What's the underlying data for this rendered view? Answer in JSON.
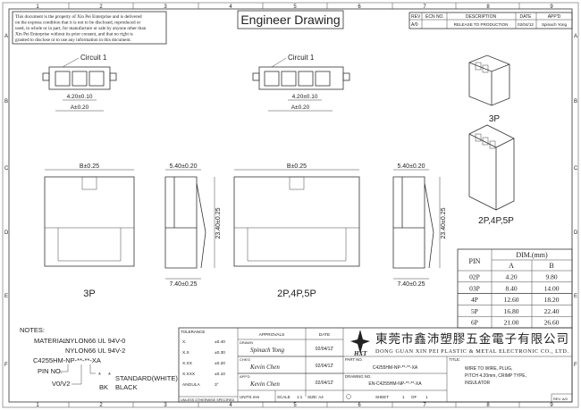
{
  "title": "Engineer Drawing",
  "notice": [
    "This document is the property of Xin Pei Enterprise and is delivered",
    "on the express condition that it is not to be disclosed, reproduced or",
    "used, in whole or in part, for manufacture or sale by anyone other than",
    "Xin Pei Enterprise without its prior consent, and that no right is",
    "granted to disclose or to use any information in this document."
  ],
  "grid": {
    "columns": [
      "1",
      "2",
      "3",
      "4",
      "5",
      "6",
      "7",
      "8",
      "9"
    ],
    "rows": [
      "A",
      "B",
      "C",
      "D",
      "E",
      "F"
    ]
  },
  "revision": {
    "headers": [
      "REV",
      "ECN NO.",
      "DESCRIPTION",
      "DATE",
      "APP'D"
    ],
    "row": [
      "A/0",
      "",
      "RELEASE TO PRODUCTION",
      "02/04/12",
      "Spinach Yong"
    ]
  },
  "views": {
    "circuit_label": "Circuit 1",
    "pitch_dim": "4.20±0.10",
    "a_dim": "A±0.20",
    "b_dim": "B±0.25",
    "width_dim": "5.40±0.20",
    "height_dim": "23.40±0.25",
    "bottom_dim": "7.40±0.25",
    "label_3p": "3P",
    "label_multi": "2P,4P,5P"
  },
  "pin_table": {
    "pin_header": "PIN",
    "dim_header": "DIM.(mm)",
    "col_a": "A",
    "col_b": "B",
    "rows": [
      [
        "02P",
        "4.20",
        "9.80"
      ],
      [
        "03P",
        "8.40",
        "14.00"
      ],
      [
        "4P",
        "12.60",
        "18.20"
      ],
      [
        "5P",
        "16.80",
        "22.40"
      ],
      [
        "6P",
        "21.00",
        "26.60"
      ]
    ]
  },
  "notes": {
    "heading": "NOTES:",
    "material_label": "MATERIAL:",
    "material_1": "NYLON66 UL 94V-0",
    "material_2": "NYLON66 UL 94V-2",
    "part_code": "C4255HM-NP-**-**-XA",
    "pin_no": "PIN NO.",
    "v0v2": "V0/V2",
    "star": "*",
    "standard": "STANDARD(WHITE)",
    "bk": "BK",
    "black": "BLACK"
  },
  "tolerance": {
    "heading": "TOLERANCE",
    "rows": [
      [
        "X.",
        "±0.40"
      ],
      [
        "X.X",
        "±0.30"
      ],
      [
        "X.XX",
        "±0.20"
      ],
      [
        "X.XXX",
        "±0.10"
      ],
      [
        "ANGULA",
        "3°"
      ]
    ],
    "footer": "UNLESS OTHERWISE SPECIFIED"
  },
  "approvals": {
    "heading": "APPROVALS",
    "date_heading": "DATE",
    "rows": [
      [
        "DRAWN",
        "Spinach Yong",
        "02/04/12'"
      ],
      [
        "CHK'D",
        "Kevin Chen",
        "02/04/12'"
      ],
      [
        "APP'D",
        "Kevin Chen",
        "02/04/12'"
      ]
    ],
    "units": "UNITS  mm",
    "scale_label": "SCALE",
    "scale": "1:1",
    "size": "SIZE: A4"
  },
  "company": {
    "name_cn": "東莞市鑫沛塑膠五金電子有限公司",
    "name_en": "DONG GUAN XIN PEI PLASTIC & METAL ELECTRONIC CO., LTD.",
    "logo_text": "HXT"
  },
  "part": {
    "part_label": "PART NO.",
    "part_no": "C4255HM-NP-**-**-XA",
    "drawing_label": "DRAWING NO.",
    "drawing_no": "EN-C4255HM-NP-**-**-XA",
    "sheet_label": "SHEET",
    "sheet": "1",
    "of_label": "OF",
    "sheet_total": "1"
  },
  "title_block": {
    "label": "TITLE:",
    "lines": [
      "WIRE TO WIRE, PLUG,",
      "PITCH 4.20mm, CRIMP TYPE,",
      "INSULATOR"
    ],
    "rev": "REV. A/0"
  }
}
